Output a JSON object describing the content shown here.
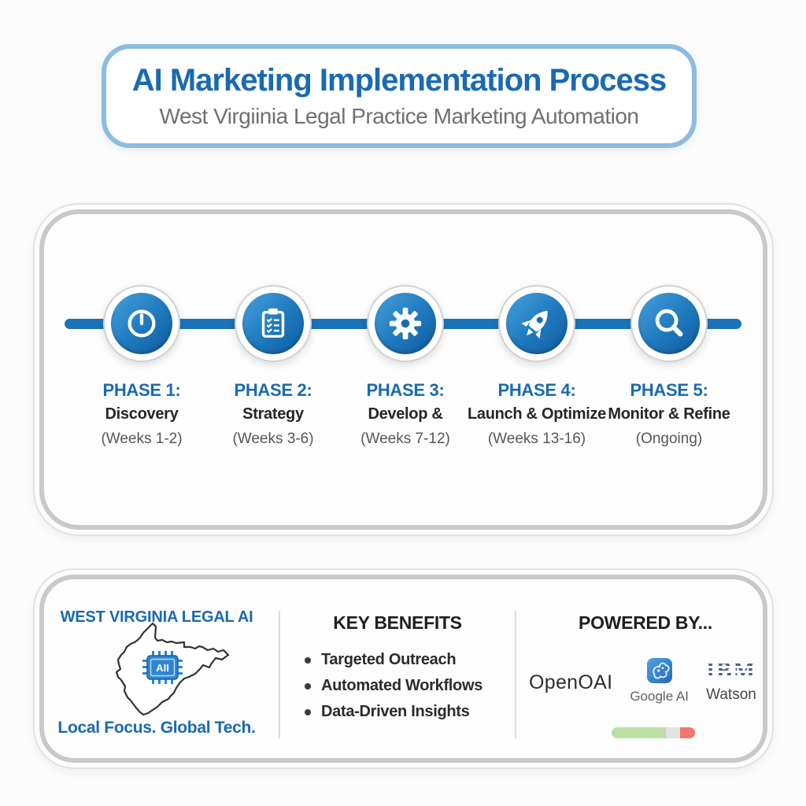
{
  "colors": {
    "primary_blue": "#1a6ab2",
    "timeline_blue": "#1a73b9",
    "circle_gradient": [
      "#46a1dd",
      "#0f5c9e"
    ],
    "header_border_blue": "#8cbce0",
    "subtitle_gray": "#6f7072",
    "progress_segments": [
      "#bcdfa6",
      "#e3e3e3",
      "#f0776b"
    ]
  },
  "header": {
    "title": "AI Marketing Implementation Process",
    "subtitle": "West Virgiinia Legal Practice Marketing Automation"
  },
  "timeline": {
    "phases": [
      {
        "icon": "clock-icon",
        "label": "PHASE 1:",
        "name": "Discovery",
        "duration": "(Weeks 1-2)"
      },
      {
        "icon": "clipboard-icon",
        "label": "PHASE 2:",
        "name": "Strategy",
        "duration": "(Weeks 3-6)"
      },
      {
        "icon": "gear-icon",
        "label": "PHASE 3:",
        "name": "Develop &",
        "duration": "(Weeks 7-12)"
      },
      {
        "icon": "rocket-icon",
        "label": "PHASE 4:",
        "name": "Launch & Optimize",
        "duration": "(Weeks 13-16)"
      },
      {
        "icon": "magnifier-icon",
        "label": "PHASE 5:",
        "name": "Monitor & Refine",
        "duration": "(Ongoing)"
      }
    ]
  },
  "footer": {
    "brand": {
      "title": "WEST VIRGINIA LEGAL AI",
      "chip_label": "AII",
      "tagline": "Local Focus. Global Tech."
    },
    "benefits": {
      "heading": "KEY BENEFITS",
      "items": [
        "Targeted Outreach",
        "Automated Workflows",
        "Data-Driven Insights"
      ]
    },
    "powered": {
      "heading": "POWERED BY...",
      "logos": [
        {
          "label": "OpenOAI"
        },
        {
          "label": "Google AI"
        },
        {
          "label": "IBM",
          "sublabel": "Watson"
        }
      ]
    }
  }
}
